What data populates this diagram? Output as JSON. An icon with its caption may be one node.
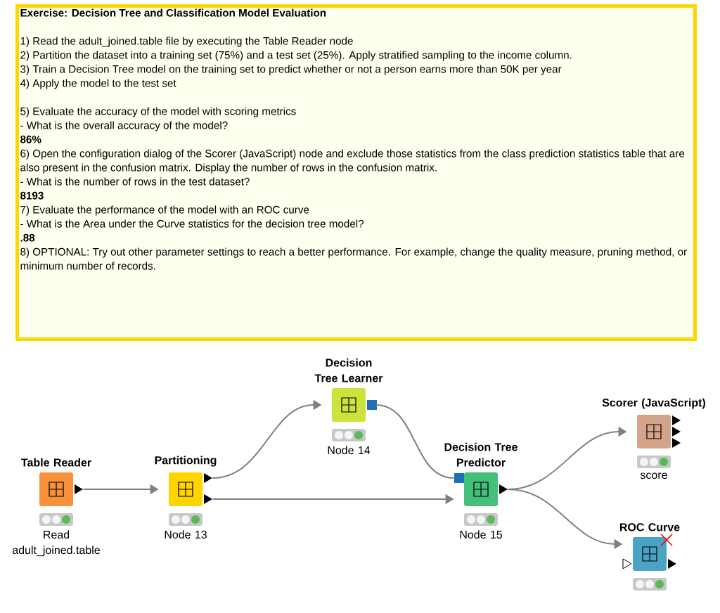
{
  "diagram": {
    "nodes": [
      {
        "text": [
          "Exercise: Decision Tree and Classification Model Evaluation",
          "1) Read the adult_joined.table file by executing the Table Reader node",
          "2) Partition the dataset into a training set (75%) and a test set (25%). Apply stratified sampling to the income column.",
          "3) Train a Decision Tree model on the training set to predict whether or not a person earns more than 50K per year",
          "4) Apply the model to the test set",
          "5) Evaluate the accuracy of the model with scoring metrics",
          "- What is the overall accuracy of the model?",
          "86%",
          "6) Open the configuration dialog of the Scorer (JavaScript) node and exclude those statistics from the class prediction statistics table that are also present in the confusion matrix. Display the number of rows in the confusion matrix.",
          "- What is the number of rows in the test dataset?",
          "8193",
          "7) Evaluate the performance of the model with an ROC curve",
          "- What is the Area under the Curve statistics for the decision tree model?",
          ".88",
          "8) OPTIONAL: Try out other parameter settings to reach a better performance. For example, change the quality measure, pruning method, or minimum number of records."
        ]
      },
      {
        "text": [
          "Table Reader"
        ],
        "beside": [
          "Read adult_joined.table"
        ]
      },
      {
        "text": [
          "Partitioning"
        ],
        "beside": [
          "Node 13"
        ]
      },
      {
        "text": [
          "Decision Tree Learner"
        ],
        "beside": [
          "Node 14"
        ]
      },
      {
        "text": [
          "Decision Tree Predictor"
        ],
        "beside": [
          "Node 15"
        ]
      },
      {
        "text": [
          "Scorer (JavaScript)"
        ],
        "beside": [
          "score"
        ]
      },
      {
        "text": [
          "ROC Curve"
        ]
      }
    ],
    "edges": [
      {
        "from": 1,
        "to": 2,
        "arrow": "to"
      },
      {
        "from": 2,
        "to": 3,
        "arrow": "to"
      },
      {
        "from": 2,
        "to": 4,
        "arrow": "to"
      },
      {
        "from": 3,
        "to": 4,
        "arrow": "none"
      },
      {
        "from": 4,
        "to": 5,
        "arrow": "to"
      },
      {
        "from": 4,
        "to": 6,
        "arrow": "to"
      }
    ]
  }
}
